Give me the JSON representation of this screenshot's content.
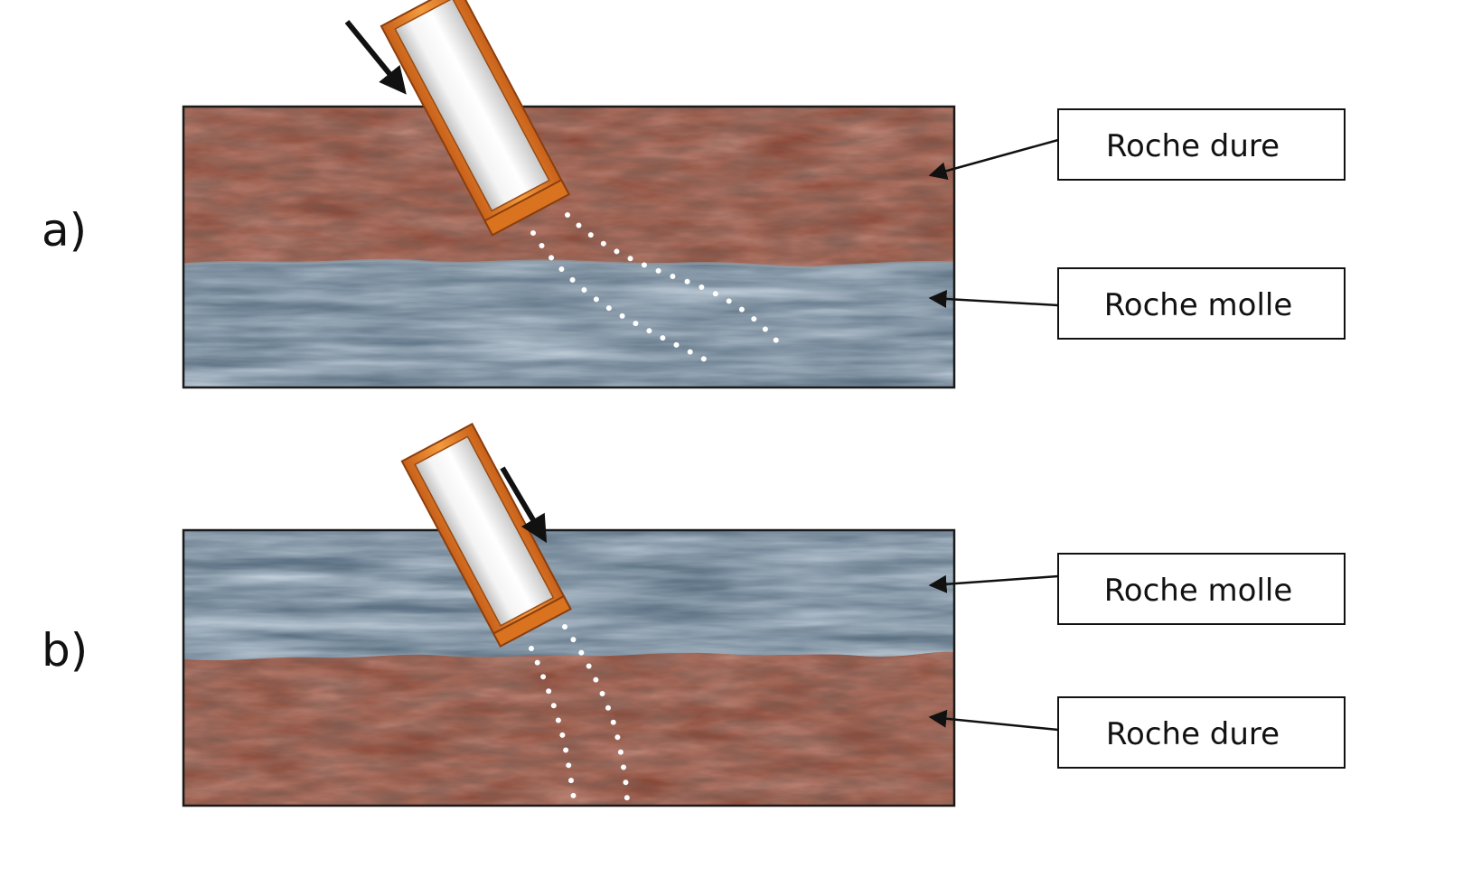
{
  "panels": [
    {
      "label": "a)",
      "top_layer": {
        "label": "Roche dure",
        "kind": "hard"
      },
      "bottom_layer": {
        "label": "Roche molle",
        "kind": "soft"
      }
    },
    {
      "label": "b)",
      "top_layer": {
        "label": "Roche molle",
        "kind": "soft"
      },
      "bottom_layer": {
        "label": "Roche dure",
        "kind": "hard"
      }
    }
  ],
  "colors": {
    "hard_rock": "#8a4a3a",
    "soft_rock": "#5e7385",
    "casing": "#e8882e",
    "core": "#e6e6e6",
    "trace": "#ffffff"
  }
}
